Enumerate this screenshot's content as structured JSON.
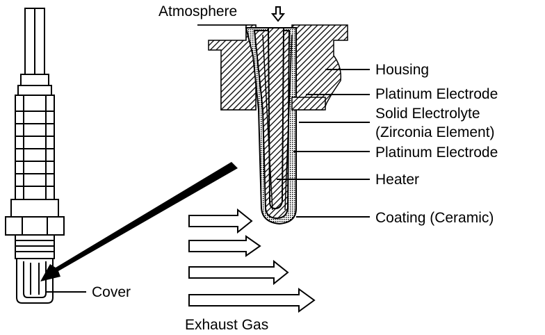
{
  "labels": {
    "atmosphere": "Atmosphere",
    "housing": "Housing",
    "platinum_electrode_outer": "Platinum Electrode",
    "solid_electrolyte": "Solid Electrolyte",
    "zirconia_element": "(Zirconia Element)",
    "platinum_electrode_inner": "Platinum Electrode",
    "heater": "Heater",
    "coating": "Coating (Ceramic)",
    "cover": "Cover",
    "exhaust_gas": "Exhaust Gas"
  },
  "icons": {
    "atmosphere_arrow": "down-arrow-icon",
    "exhaust_flow": "right-arrow-icon"
  },
  "colors": {
    "ink": "#000000",
    "paper": "#ffffff"
  }
}
